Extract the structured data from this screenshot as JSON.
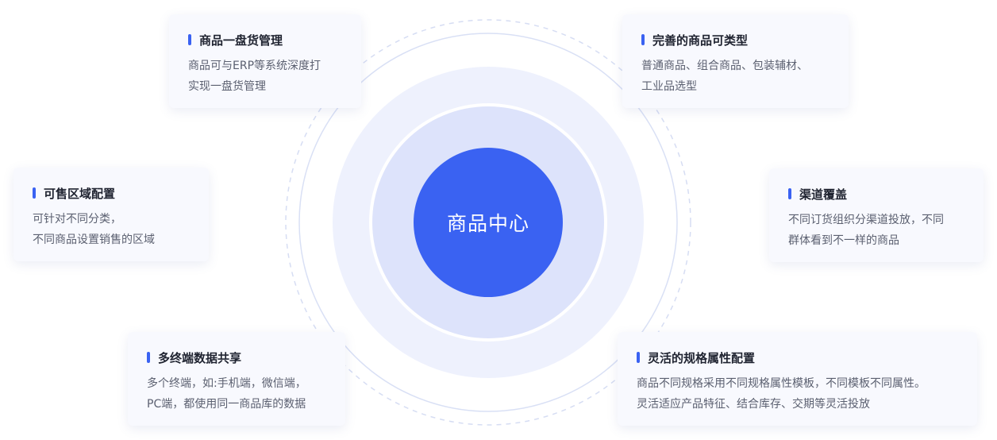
{
  "center": {
    "label": "商品中心"
  },
  "cards": [
    {
      "title": "商品一盘货管理",
      "lines": [
        "商品可与ERP等系统深度打",
        "实现一盘货管理"
      ]
    },
    {
      "title": "完善的商品可类型",
      "lines": [
        "普通商品、组合商品、包装辅材、",
        "工业品选型"
      ]
    },
    {
      "title": "可售区域配置",
      "lines": [
        "可针对不同分类，",
        "不同商品设置销售的区域"
      ]
    },
    {
      "title": "渠道覆盖",
      "lines": [
        "不同订货组织分渠道投放，不同",
        "群体看到不一样的商品"
      ]
    },
    {
      "title": "多终端数据共享",
      "lines": [
        "多个终端，如:手机端，微信端，",
        "PC端，都使用同一商品库的数据"
      ]
    },
    {
      "title": "灵活的规格属性配置",
      "lines": [
        "商品不同规格采用不同规格属性模板，不同模板不同属性。",
        "灵活适应产品特征、结合库存、交期等灵活投放"
      ]
    }
  ],
  "colors": {
    "accent": "#3a62f2",
    "center_fill": "#3a62f2",
    "inner_ring": "#dde3fb",
    "outer_ring": "#eef1fd",
    "ring_line": "#d6ddf3"
  }
}
